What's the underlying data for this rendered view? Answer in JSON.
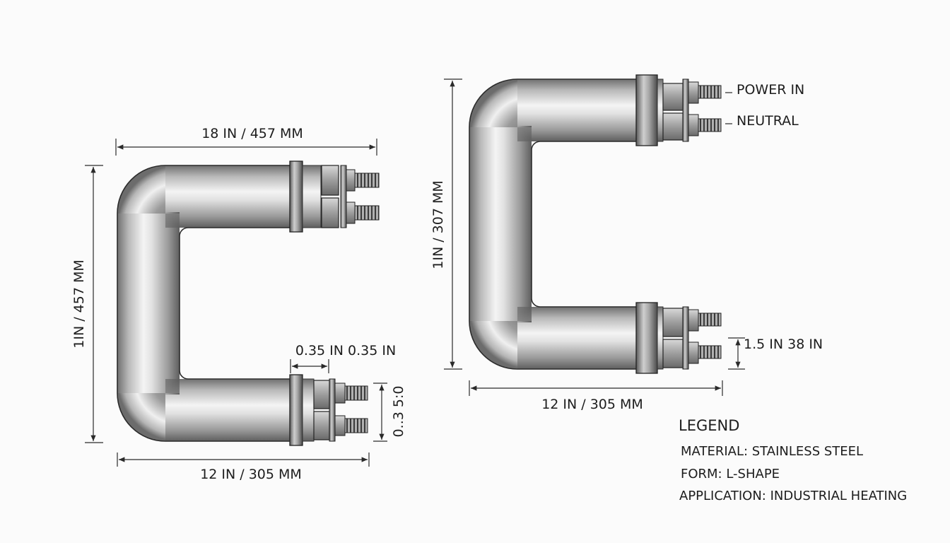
{
  "left_element": {
    "top_width_label": "18 IN / 457 MM",
    "height_label": "1IN / 457 MM",
    "terminal_spacing_label": "0.35 IN 0.35 IN",
    "terminal_offset_label": "0..3 5:0",
    "bottom_width_label": "12 IN / 305 MM"
  },
  "right_element": {
    "height_label": "1IN / 307 MM",
    "power_label": "POWER IN",
    "neutral_label": "NEUTRAL",
    "terminal_gap_label": "1.5 IN 38 IN",
    "bottom_width_label": "12 IN / 305 MM"
  },
  "legend": {
    "title": "LEGEND",
    "material": "MATERIAL: STAINLESS STEEL",
    "form": "FORM: L-SHAPE",
    "application": "APPLICATION: INDUSTRIAL HEATING"
  }
}
